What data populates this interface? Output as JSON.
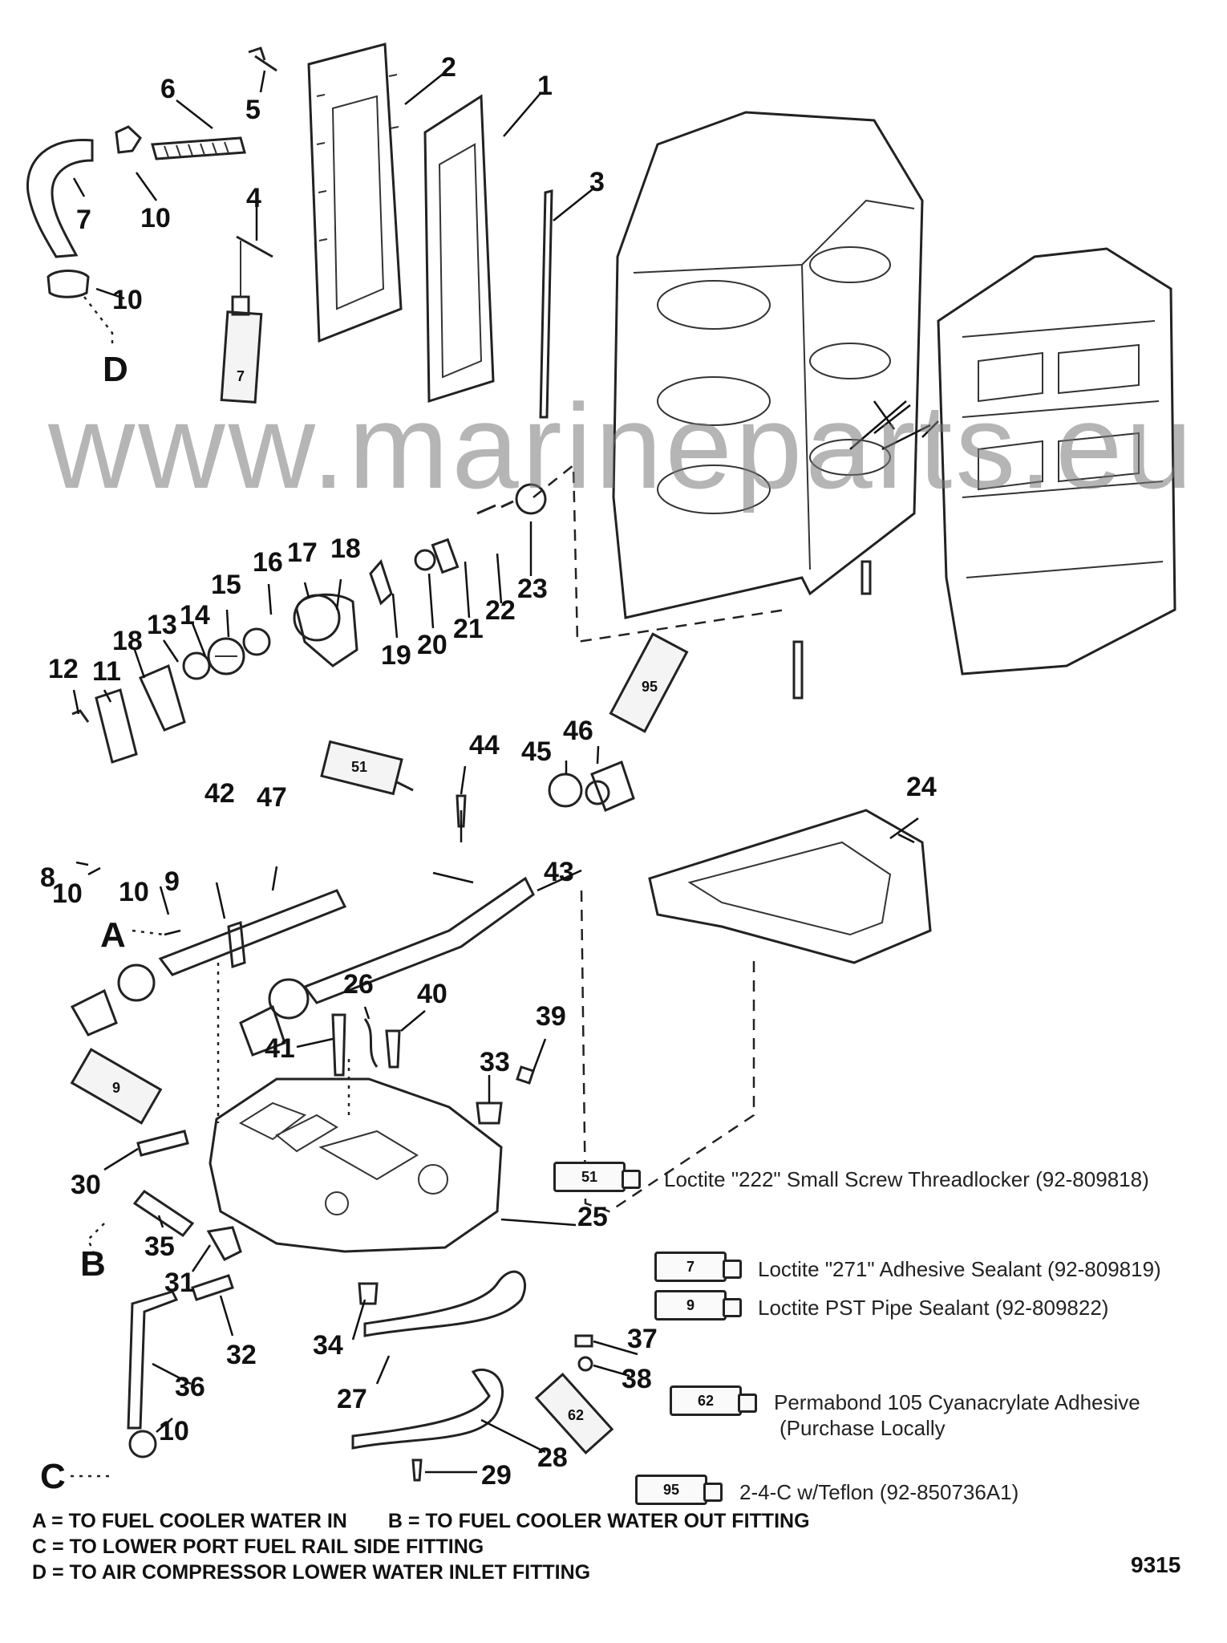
{
  "diagram": {
    "id": "9315",
    "watermark": "www.marineparts.eu",
    "part_numbers": [
      "1",
      "2",
      "3",
      "4",
      "5",
      "6",
      "7",
      "8",
      "9",
      "10",
      "11",
      "12",
      "13",
      "14",
      "15",
      "16",
      "17",
      "18",
      "19",
      "20",
      "21",
      "22",
      "23",
      "24",
      "25",
      "26",
      "27",
      "28",
      "29",
      "30",
      "31",
      "32",
      "33",
      "34",
      "35",
      "36",
      "37",
      "38",
      "39",
      "40",
      "41",
      "42",
      "43",
      "44",
      "45",
      "46",
      "47"
    ],
    "connection_letters": [
      "A",
      "B",
      "C",
      "D"
    ],
    "tube_labels": [
      "7",
      "9",
      "51",
      "62",
      "95"
    ],
    "legend": [
      {
        "tube": "51",
        "text": "Loctite \"222\" Small Screw Threadlocker  (92-809818)"
      },
      {
        "tube": "7",
        "text": "Loctite \"271\" Adhesive Sealant (92-809819)"
      },
      {
        "tube": "9",
        "text": "Loctite PST Pipe Sealant (92-809822)"
      },
      {
        "tube": "62",
        "text": "Permabond 105 Cyanacrylate Adhesive",
        "text2": "(Purchase Locally"
      },
      {
        "tube": "95",
        "text": "2-4-C w/Teflon (92-850736A1)"
      }
    ],
    "notes": [
      {
        "a": "A = TO FUEL COOLER WATER IN",
        "b": "B =  TO FUEL COOLER WATER OUT FITTING"
      },
      {
        "a": "C = TO LOWER PORT FUEL RAIL SIDE FITTING"
      },
      {
        "a": "D = TO AIR COMPRESSOR LOWER WATER INLET FITTING"
      }
    ]
  }
}
